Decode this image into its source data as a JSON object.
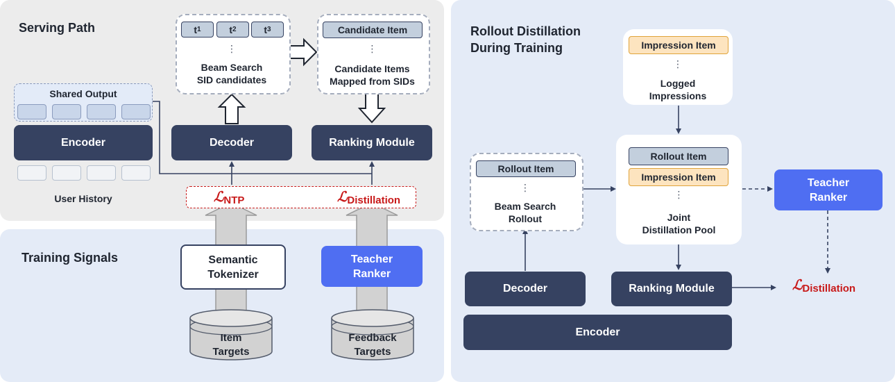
{
  "serving_path": {
    "title": "Serving Path",
    "shared_output_label": "Shared Output",
    "encoder_label": "Encoder",
    "user_history_label": "User History",
    "decoder_label": "Decoder",
    "ranking_module_label": "Ranking Module",
    "tokens": [
      "t",
      "t",
      "t"
    ],
    "token_subscripts": [
      "1",
      "2",
      "3"
    ],
    "beam_search_caption_line1": "Beam Search",
    "beam_search_caption_line2": "SID candidates",
    "candidate_item_label": "Candidate Item",
    "candidate_caption_line1": "Candidate Items",
    "candidate_caption_line2": "Mapped from SIDs",
    "dots": "⋮"
  },
  "losses": {
    "ntp_symbol": "ℒ",
    "ntp_sub": "NTP",
    "distillation_symbol": "ℒ",
    "distillation_sub": "Distillation"
  },
  "training_signals": {
    "title": "Training Signals",
    "semantic_tokenizer_line1": "Semantic",
    "semantic_tokenizer_line2": "Tokenizer",
    "teacher_ranker_line1": "Teacher",
    "teacher_ranker_line2": "Ranker",
    "item_targets_line1": "Item",
    "item_targets_line2": "Targets",
    "feedback_targets_line1": "Feedback",
    "feedback_targets_line2": "Targets"
  },
  "rollout": {
    "title_line1": "Rollout Distillation",
    "title_line2": "During Training",
    "impression_item_label": "Impression Item",
    "logged_impressions_line1": "Logged",
    "logged_impressions_line2": "Impressions",
    "rollout_item_label": "Rollout Item",
    "beam_search_rollout_line1": "Beam Search",
    "beam_search_rollout_line2": "Rollout",
    "pool_rollout_item_label": "Rollout Item",
    "pool_impression_item_label": "Impression Item",
    "pool_caption_line1": "Joint",
    "pool_caption_line2": "Distillation Pool",
    "teacher_ranker_line1": "Teacher",
    "teacher_ranker_line2": "Ranker",
    "decoder_label": "Decoder",
    "ranking_module_label": "Ranking Module",
    "encoder_label": "Encoder",
    "loss_symbol": "ℒ",
    "loss_sub": "Distillation",
    "dots": "⋮"
  },
  "colors": {
    "panel_gray": "#ececec",
    "panel_blue": "#e4ebf7",
    "dark_navy": "#364261",
    "accent_blue": "#4f6ef2",
    "loss_red": "#c81a1a",
    "orange_fill": "#fde4bf"
  }
}
